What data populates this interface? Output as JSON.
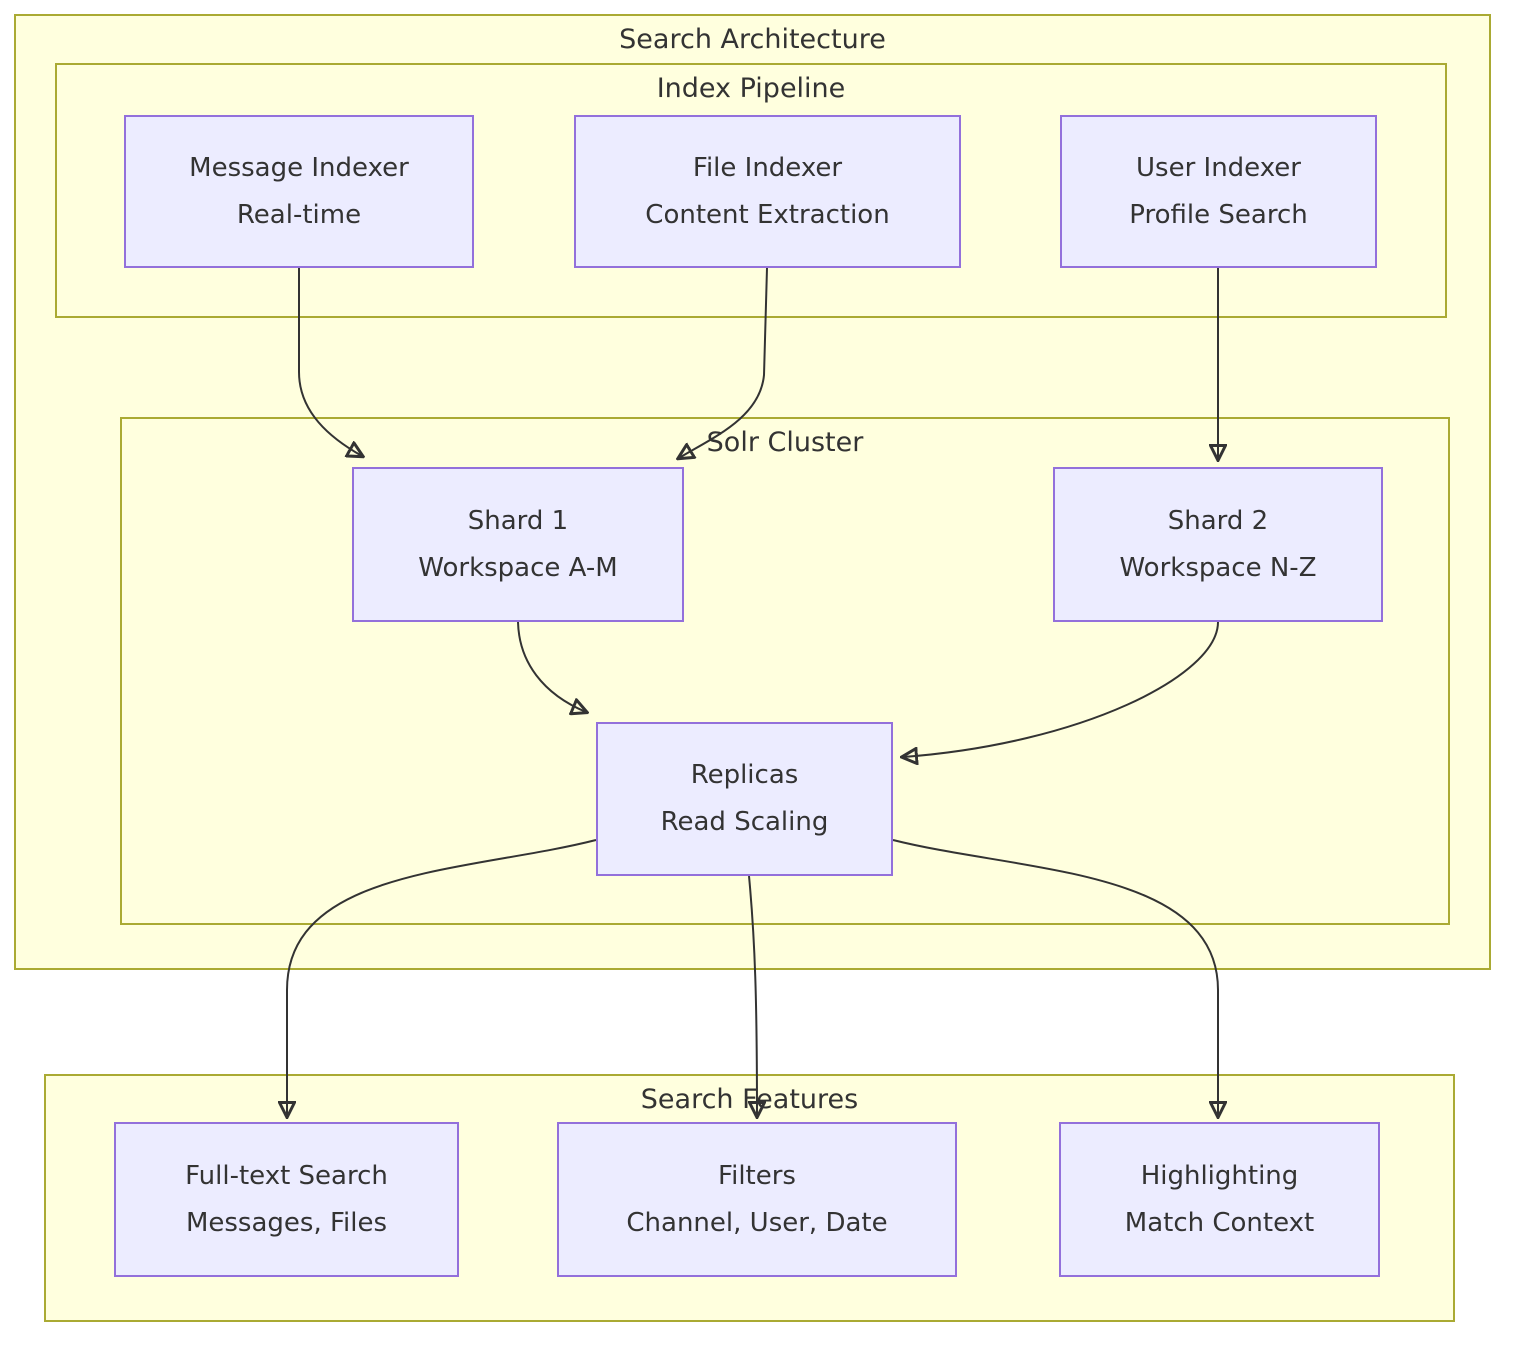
{
  "clusters": {
    "architecture": {
      "label": "Search Architecture"
    },
    "pipeline": {
      "label": "Index Pipeline"
    },
    "solr": {
      "label": "Solr Cluster"
    },
    "features": {
      "label": "Search Features"
    }
  },
  "nodes": {
    "message_indexer": {
      "title": "Message Indexer",
      "subtitle": "Real-time"
    },
    "file_indexer": {
      "title": "File Indexer",
      "subtitle": "Content Extraction"
    },
    "user_indexer": {
      "title": "User Indexer",
      "subtitle": "Profile Search"
    },
    "shard1": {
      "title": "Shard 1",
      "subtitle": "Workspace A-M"
    },
    "shard2": {
      "title": "Shard 2",
      "subtitle": "Workspace N-Z"
    },
    "replicas": {
      "title": "Replicas",
      "subtitle": "Read Scaling"
    },
    "fulltext": {
      "title": "Full-text Search",
      "subtitle": "Messages, Files"
    },
    "filters": {
      "title": "Filters",
      "subtitle": "Channel, User, Date"
    },
    "highlighting": {
      "title": "Highlighting",
      "subtitle": "Match Context"
    }
  },
  "edges": [
    {
      "from": "Message Indexer",
      "to": "Shard 1"
    },
    {
      "from": "File Indexer",
      "to": "Shard 1"
    },
    {
      "from": "User Indexer",
      "to": "Shard 2"
    },
    {
      "from": "Shard 1",
      "to": "Replicas"
    },
    {
      "from": "Shard 2",
      "to": "Replicas"
    },
    {
      "from": "Replicas",
      "to": "Full-text Search"
    },
    {
      "from": "Replicas",
      "to": "Filters"
    },
    {
      "from": "Replicas",
      "to": "Highlighting"
    }
  ],
  "colors": {
    "cluster_fill": "#ffffde",
    "cluster_border": "#aaaa33",
    "node_fill": "#ececff",
    "node_border": "#9370db",
    "edge": "#333333",
    "text": "#333333"
  }
}
